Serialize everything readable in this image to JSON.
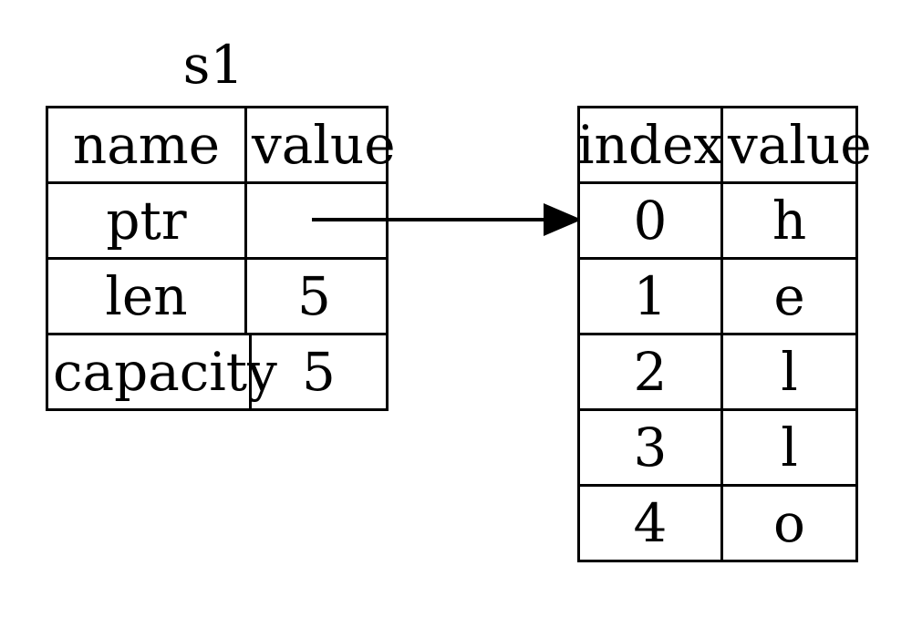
{
  "diagram": {
    "title": "s1",
    "colors": {
      "foreground": "#000000",
      "background": "#ffffff"
    },
    "stack_table": {
      "headers": {
        "name": "name",
        "value": "value"
      },
      "rows": [
        {
          "name": "ptr",
          "value": ""
        },
        {
          "name": "len",
          "value": "5"
        },
        {
          "name": "capacity",
          "value": "5"
        }
      ]
    },
    "heap_table": {
      "headers": {
        "index": "index",
        "value": "value"
      },
      "rows": [
        {
          "index": "0",
          "value": "h"
        },
        {
          "index": "1",
          "value": "e"
        },
        {
          "index": "2",
          "value": "l"
        },
        {
          "index": "3",
          "value": "l"
        },
        {
          "index": "4",
          "value": "o"
        }
      ]
    }
  }
}
